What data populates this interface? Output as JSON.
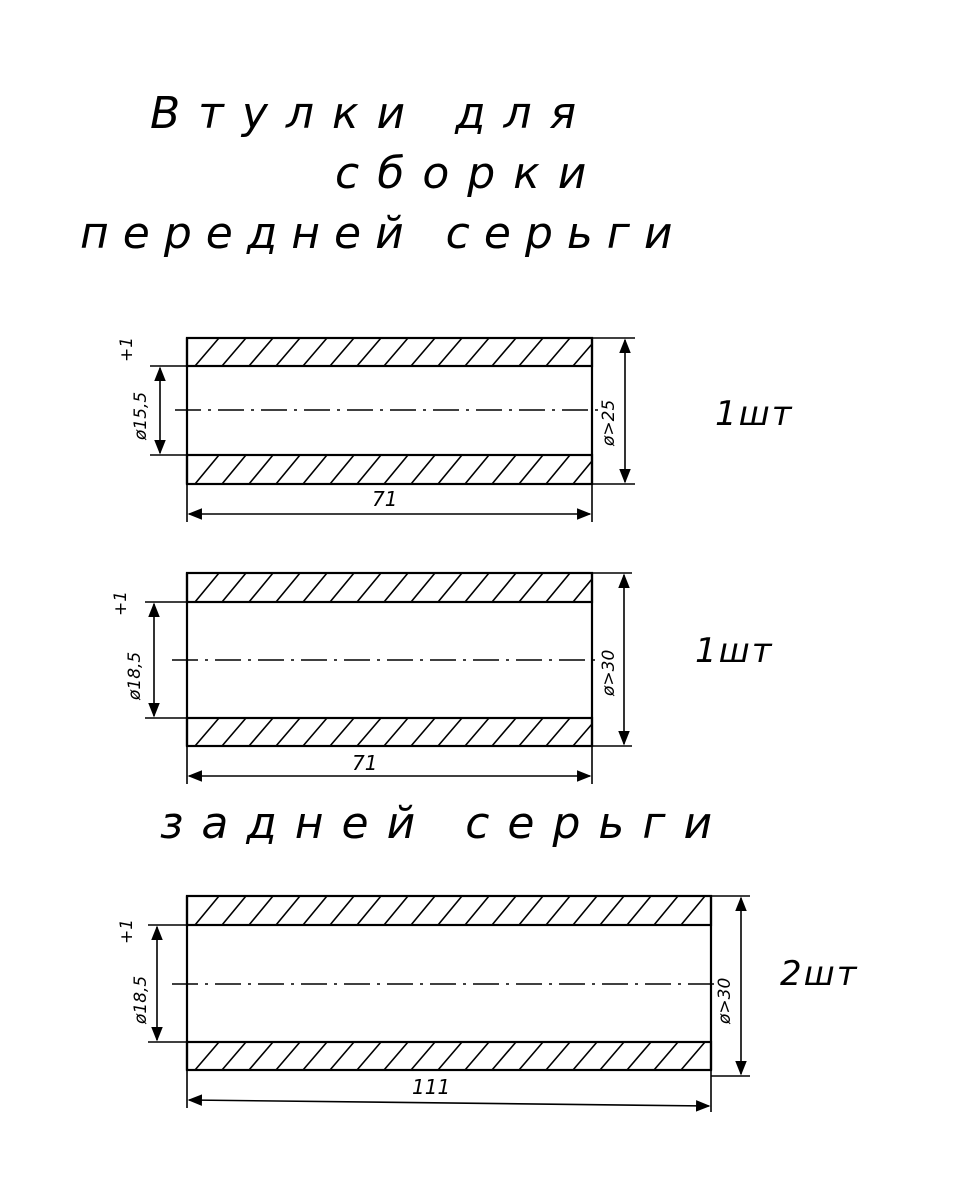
{
  "title": {
    "line1": "Втулки для",
    "line2": "сборки",
    "line3": "передней серьги"
  },
  "section2_title": "задней серьги",
  "bushings": [
    {
      "id": "b1",
      "inner_diameter": "ø15,5",
      "inner_tolerance": "+1",
      "outer_diameter": "ø>25",
      "length": "71",
      "quantity": "1шт"
    },
    {
      "id": "b2",
      "inner_diameter": "ø18,5",
      "inner_tolerance": "+1",
      "outer_diameter": "ø>30",
      "length": "71",
      "quantity": "1шт"
    },
    {
      "id": "b3",
      "inner_diameter": "ø18,5",
      "inner_tolerance": "+1",
      "outer_diameter": "ø>30",
      "length": "111",
      "quantity": "2шт"
    }
  ]
}
